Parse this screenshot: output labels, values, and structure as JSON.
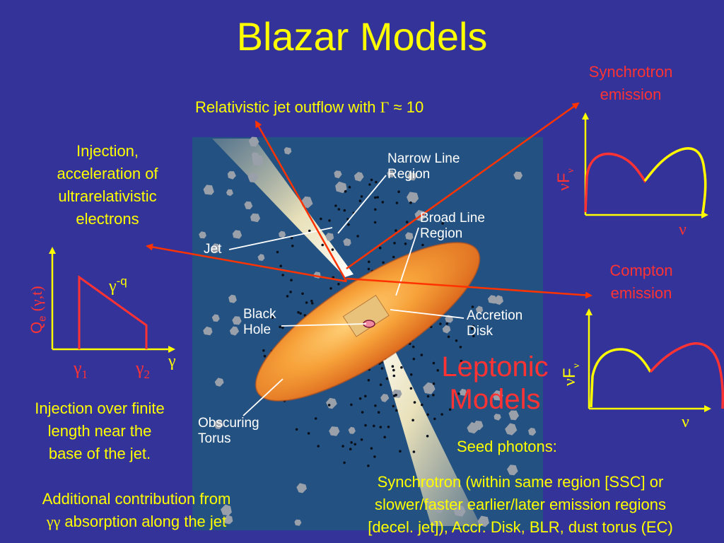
{
  "title": "Blazar Models",
  "jet_label": {
    "text": "Relativistic jet outflow with",
    "gamma_symbol": "Γ",
    "approx_value": "≈ 10"
  },
  "injection": {
    "line1": "Injection,",
    "line2": "acceleration of",
    "line3": "ultrarelativistic",
    "line4": "electrons"
  },
  "injection_plot": {
    "y_label_Q": "Q",
    "y_label_sub": "e",
    "y_label_args": "(γ,t)",
    "power_base": "γ",
    "power_exp": "-q",
    "gamma1": "γ",
    "gamma1_sub": "1",
    "gamma2": "γ",
    "gamma2_sub": "2",
    "x_label": "γ"
  },
  "injection_note": {
    "line1": "Injection over finite",
    "line2": "length near the",
    "line3": "base of the jet."
  },
  "additional": {
    "line1": "Additional contribution from",
    "line2_symbol": "γγ",
    "line2_text": " absorption along the jet"
  },
  "agn_diagram": {
    "narrow_line": [
      "Narrow Line",
      "Region"
    ],
    "broad_line": [
      "Broad Line",
      "Region"
    ],
    "jet": "Jet",
    "black_hole": [
      "Black",
      "Hole"
    ],
    "accretion": [
      "Accretion",
      "Disk"
    ],
    "torus": [
      "Obscuring",
      "Torus"
    ]
  },
  "synchrotron": {
    "line1": "Synchrotron",
    "line2": "emission",
    "y_label_nu": "ν",
    "y_label_F": "F",
    "y_label_sub": "ν",
    "x_label": "ν"
  },
  "compton": {
    "line1": "Compton",
    "line2": "emission",
    "y_label_nu": "ν",
    "y_label_F": "F",
    "y_label_sub": "ν",
    "x_label": "ν"
  },
  "leptonic": {
    "line1": "Leptonic",
    "line2": "Models"
  },
  "seed": {
    "heading": "Seed photons:",
    "line1": "Synchrotron (within same region [SSC] or",
    "line2": "slower/faster earlier/later emission regions",
    "line3": "[decel. jet]), Accr. Disk, BLR, dust torus (EC)"
  },
  "colors": {
    "background": "#333399",
    "title": "#ffff00",
    "red": "#ff3333",
    "arrow": "#ff3300",
    "white": "#ffffff"
  }
}
